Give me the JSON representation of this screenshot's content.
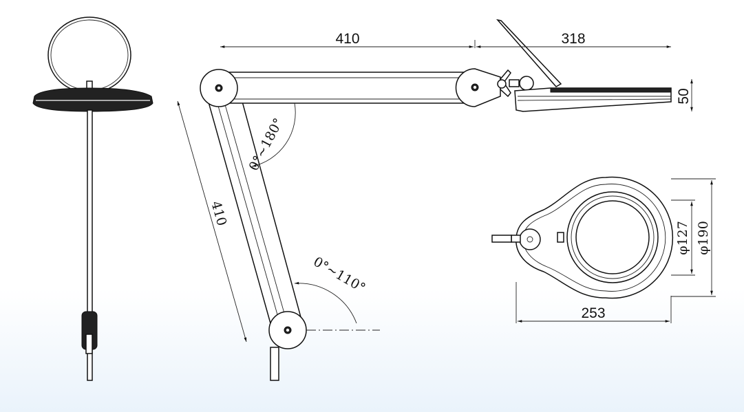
{
  "dimensions": {
    "upper_arm_length": "410",
    "head_offset": "318",
    "head_height": "50",
    "lower_arm_length": "410",
    "upper_joint_angle": "0°~180°",
    "lower_joint_angle": "0°~110°",
    "lens_diameter": "φ127",
    "head_diameter": "φ190",
    "head_length": "253"
  }
}
